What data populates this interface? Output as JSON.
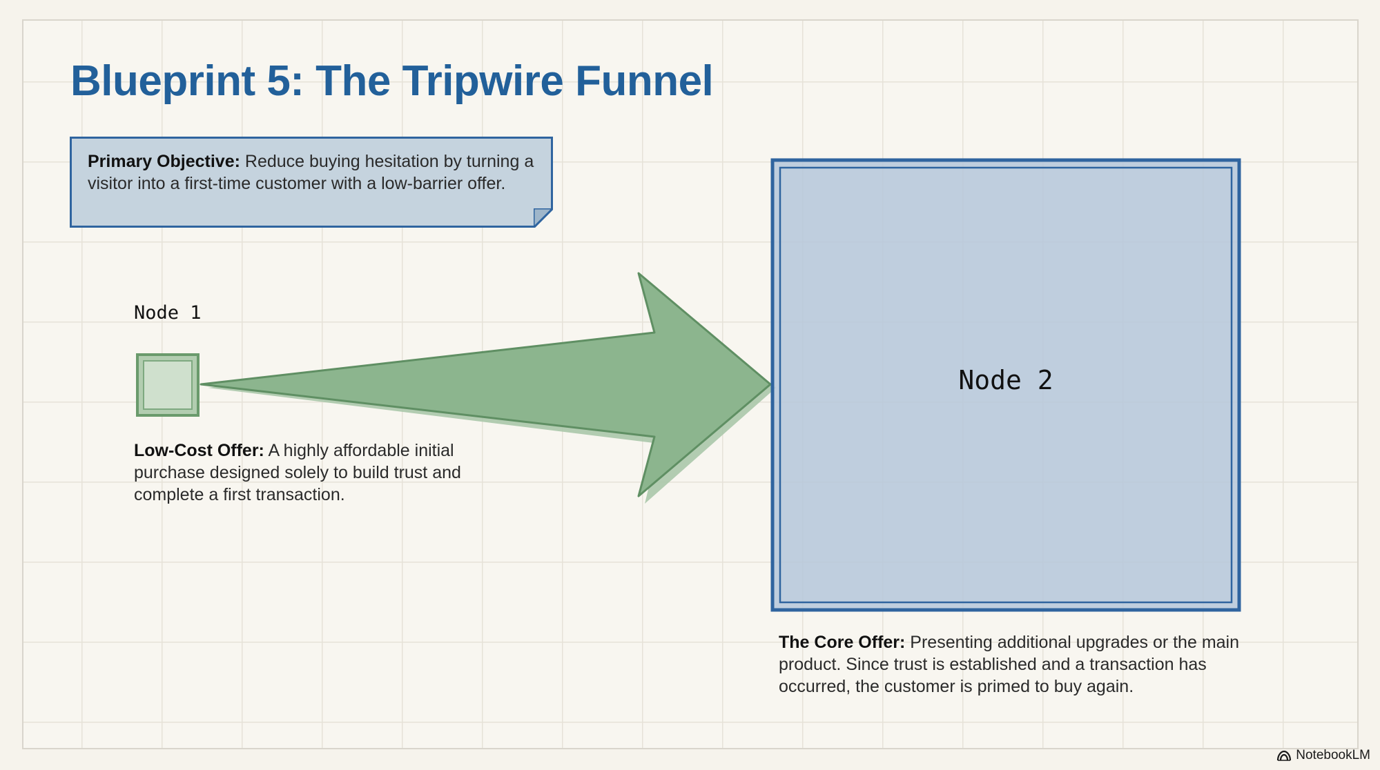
{
  "title": "Blueprint 5: The Tripwire Funnel",
  "objective": {
    "label": "Primary Objective:",
    "text": " Reduce buying hesitation by turning a visitor into a first-time customer with a low-barrier offer."
  },
  "node1": {
    "label": "Node 1",
    "desc_label": "Low-Cost Offer:",
    "desc_text": " A highly affordable initial purchase designed solely to build trust and complete a first transaction."
  },
  "node2": {
    "label": "Node 2",
    "desc_label": "The Core Offer:",
    "desc_text": " Presenting additional upgrades or the main product. Since trust is established and a transaction has occurred, the customer is primed to buy again."
  },
  "brand": {
    "name": "NotebookLM"
  },
  "colors": {
    "title": "#22609a",
    "blue_border": "#2f649f",
    "blue_fill": "#c5d3de",
    "node2_fill": "#b5c7da",
    "green_fill": "#8cb58e",
    "green_border": "#5f8f63",
    "background": "#f6f3ec"
  }
}
